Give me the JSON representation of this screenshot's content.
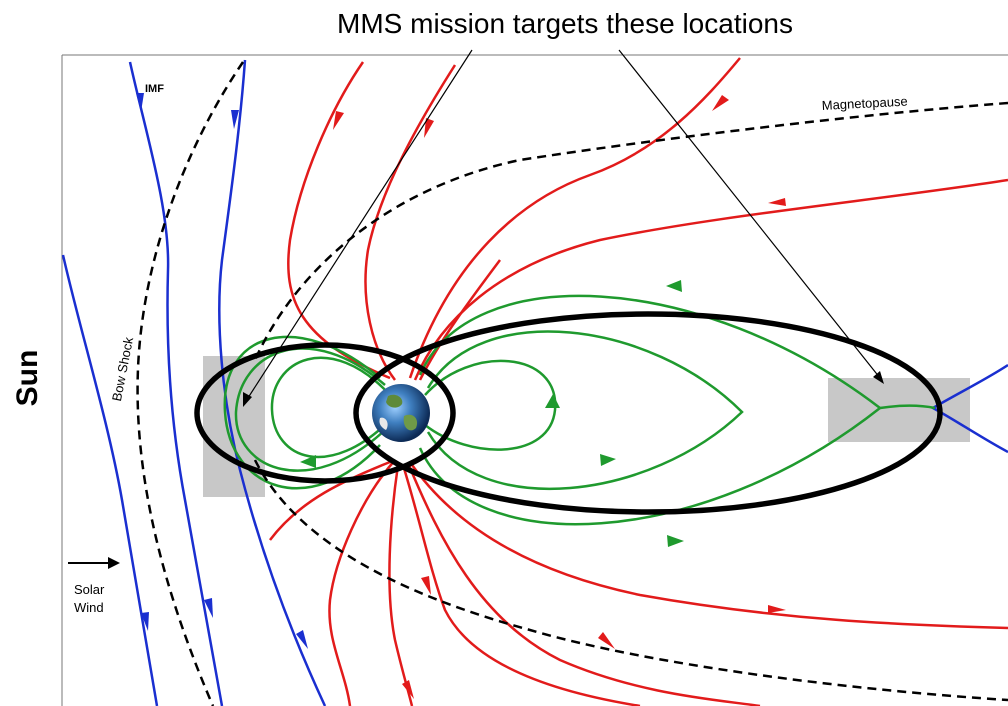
{
  "title": "MMS mission targets these locations",
  "sun_label": "Sun",
  "labels": {
    "imf": "IMF",
    "magnetopause": "Magnetopause",
    "bow_shock": "Bow Shock",
    "solar_wind_line1": "Solar",
    "solar_wind_line2": "Wind"
  },
  "colors": {
    "imf_lines": "#1a2fd0",
    "magnetospheric_lines": "#e21b1b",
    "closed_field_lines": "#1f9a2e",
    "boundaries": "#000000",
    "target_regions": "#c8c8c8",
    "orbits": "#000000"
  }
}
